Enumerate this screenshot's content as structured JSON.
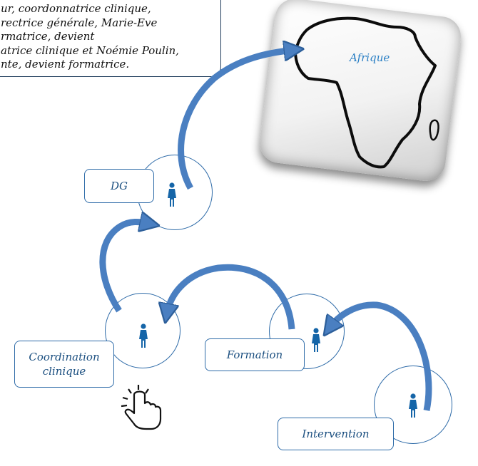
{
  "note": {
    "lines": [
      "ur, coordonnatrice clinique,",
      "rectrice générale, Marie-Eve",
      "rmatrice, devient",
      "atrice clinique et Noémie Poulin,",
      "nte, devient formatrice."
    ]
  },
  "map_label": "Afrique",
  "nodes": {
    "dg": "DG",
    "coordination_line1": "Coordination",
    "coordination_line2": "clinique",
    "formation": "Formation",
    "intervention": "Intervention"
  },
  "colors": {
    "arrow": "#4a7fc1",
    "outline": "#2e6ba8",
    "person": "#1565a8"
  }
}
